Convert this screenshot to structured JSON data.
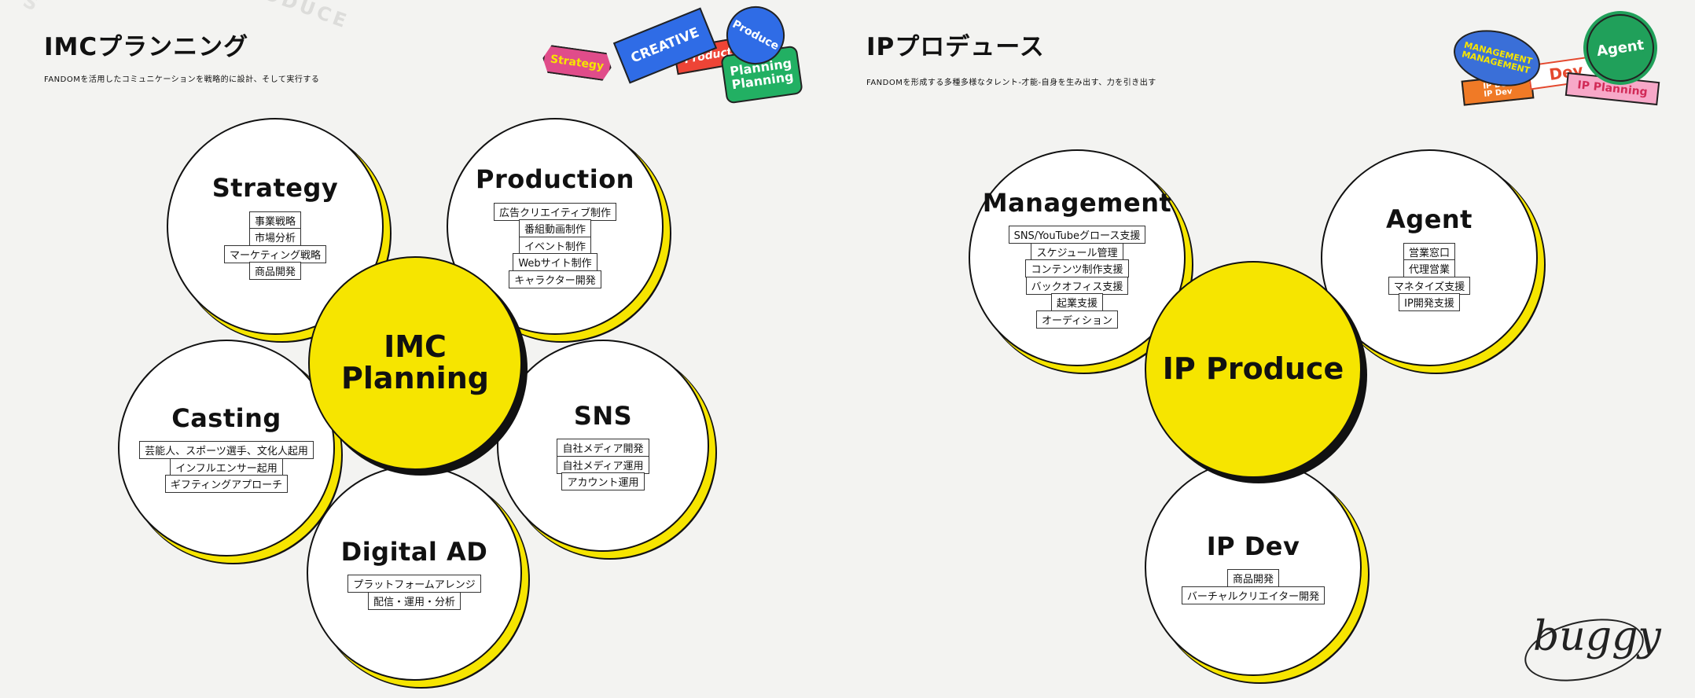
{
  "imc": {
    "title": "IMCプランニング",
    "subtitle": "FANDOMを活用したコミュニケーションを戦略的に設計、そして実行する",
    "watermark": "PRODUCE",
    "center": "IMC\nPlanning",
    "nodes": [
      {
        "title": "Strategy",
        "items": [
          "事業戦略",
          "市場分析",
          "マーケティング戦略",
          "商品開発"
        ]
      },
      {
        "title": "Production",
        "items": [
          "広告クリエイティブ制作",
          "番組動画制作",
          "イベント制作",
          "Webサイト制作",
          "キャラクター開発"
        ]
      },
      {
        "title": "SNS",
        "items": [
          "自社メディア開発",
          "自社メディア運用",
          "アカウント運用"
        ]
      },
      {
        "title": "Digital AD",
        "items": [
          "プラットフォームアレンジ",
          "配信・運用・分析"
        ]
      },
      {
        "title": "Casting",
        "items": [
          "芸能人、スポーツ選手、文化人起用",
          "インフルエンサー起用",
          "ギフティングアプローチ"
        ]
      }
    ],
    "stickers": {
      "strategy": "Strategy",
      "creative": "CREATIVE",
      "production": "Production",
      "produce": "Produce",
      "planning": "Planning\nPlanning"
    }
  },
  "ip": {
    "title": "IPプロデュース",
    "subtitle": "FANDOMを形成する多種多様なタレント-才能-自身を生み出す、力を引き出す",
    "center": "IP Produce",
    "nodes": [
      {
        "title": "Management",
        "items": [
          "SNS/YouTubeグロース支援",
          "スケジュール管理",
          "コンテンツ制作支援",
          "バックオフィス支援",
          "起業支援",
          "オーディション"
        ]
      },
      {
        "title": "Agent",
        "items": [
          "営業窓口",
          "代理営業",
          "マネタイズ支援",
          "IP開発支援"
        ]
      },
      {
        "title": "IP Dev",
        "items": [
          "商品開発",
          "バーチャルクリエイター開発"
        ]
      }
    ],
    "stickers": {
      "management": "MANAGEMENT\nMANAGEMENT",
      "dev": "Dev",
      "ipdev": "IP Dev\nIP Dev",
      "agent": "Agent",
      "ipplanning": "IP Planning"
    }
  },
  "logo": "buggy",
  "colors": {
    "accent": "#f6e500",
    "ink": "#111111",
    "background": "#f3f3f1"
  }
}
